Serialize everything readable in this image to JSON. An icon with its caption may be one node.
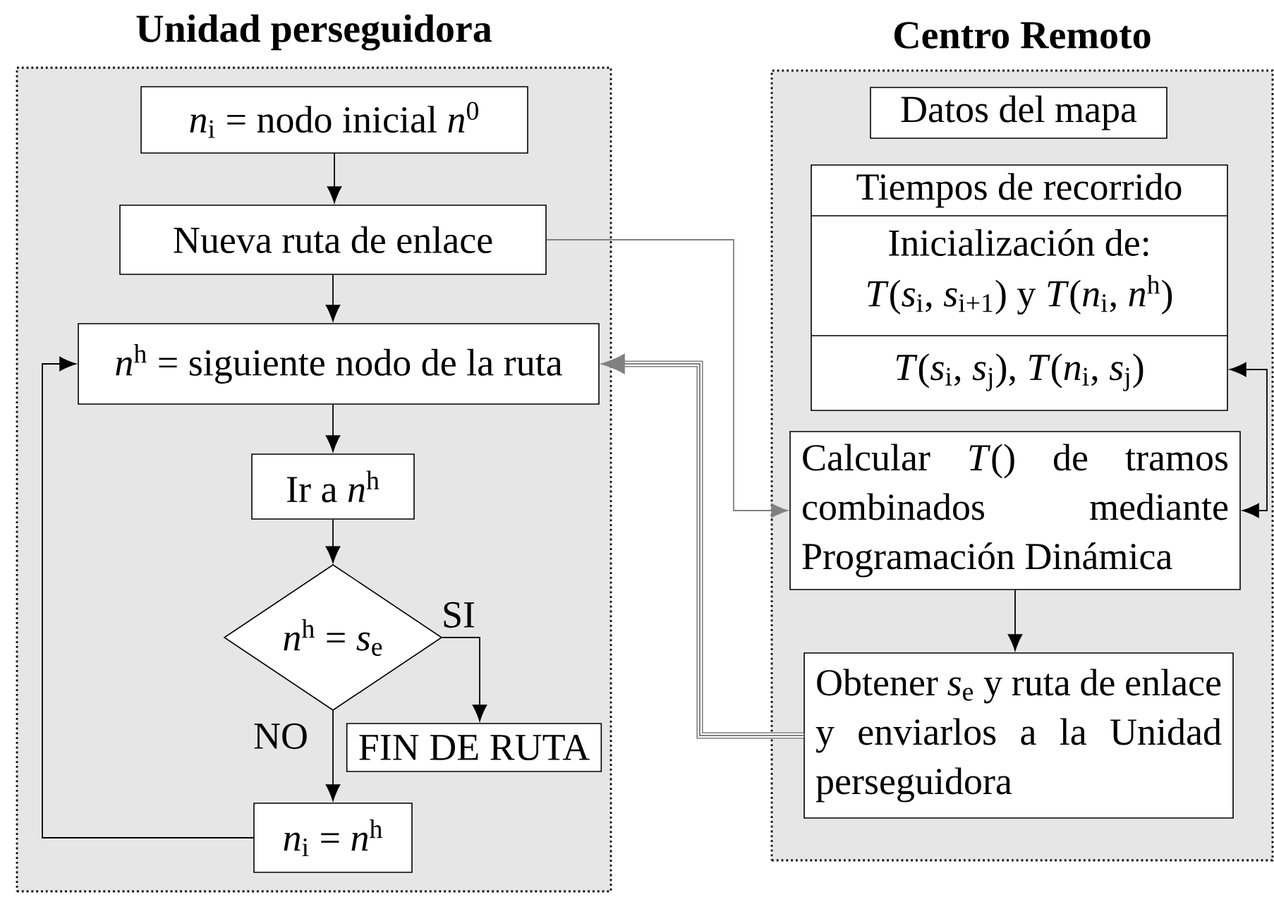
{
  "diagram": {
    "nodes": [
      {
        "text": [
          "Unidad perseguidora"
        ]
      },
      {
        "text": [
          "*n*$_{i}$ = nodo inicial *n*$^{0}$"
        ],
        "in": 0
      },
      {
        "text": [
          "Nueva ruta de enlace"
        ],
        "in": 0
      },
      {
        "text": [
          "*n*$^{h}$ = siguiente nodo de la ruta"
        ],
        "in": 0
      },
      {
        "text": [
          "Ir a *n*$^{h}$"
        ],
        "in": 0
      },
      {
        "text": [
          "*n*$^{h}$ = *s*$_{e}$"
        ],
        "in": 0
      },
      {
        "text": [
          "FIN DE RUTA"
        ],
        "in": 0
      },
      {
        "text": [
          "*n*$_{i}$ = *n*$^{h}$"
        ],
        "in": 0
      },
      {
        "text": [
          "Centro Remoto"
        ]
      },
      {
        "text": [
          "Datos del mapa"
        ],
        "in": 8
      },
      {
        "text": [
          "Tiempos de recorrido",
          "Inicialización de:",
          "*T*(*s*$_{i}$, *s*$_{i+1}$) y *T*(*n*$_{i}$, *n*$^{h}$)",
          "*T*(*s*$_{i}$, *s*$_{j}$), *T*(*n*$_{i}$, *s*$_{j}$)"
        ],
        "in": 8
      },
      {
        "text": [
          "Calcular *T*() de tramos combinados mediante Programación Dinámica"
        ],
        "in": 8
      },
      {
        "text": [
          "Obtener *s*$_{e}$ y ruta de enlace y enviarlos a la Unidad perseguidora"
        ],
        "in": 8
      }
    ],
    "edges": [
      {
        "from": 1,
        "to": 2,
        "arrow": "to"
      },
      {
        "from": 2,
        "to": 3,
        "arrow": "to"
      },
      {
        "from": 3,
        "to": 4,
        "arrow": "to"
      },
      {
        "from": 4,
        "to": 5,
        "arrow": "to"
      },
      {
        "from": 5,
        "to": 6,
        "arrow": "to",
        "label": "SI"
      },
      {
        "from": 5,
        "to": 7,
        "arrow": "to",
        "label": "NO"
      },
      {
        "from": 7,
        "to": 3,
        "arrow": "to"
      },
      {
        "from": 2,
        "to": 11,
        "arrow": "to",
        "color": "#808080"
      },
      {
        "from": 11,
        "to": 10,
        "arrow": "both"
      },
      {
        "from": 11,
        "to": 12,
        "arrow": "to"
      },
      {
        "from": 12,
        "to": 3,
        "arrow": "to",
        "style": "thick",
        "color": "#808080"
      }
    ]
  }
}
